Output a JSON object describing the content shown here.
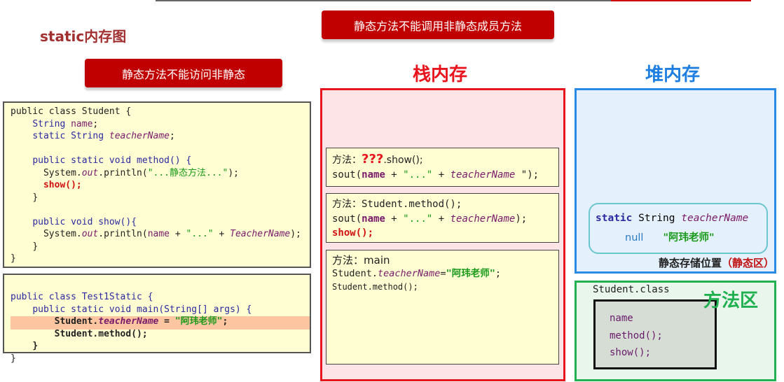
{
  "slide_title": "static内存图",
  "callouts": {
    "top": "静态方法不能调用非静态成员方法",
    "left": "静态方法不能访问非静态"
  },
  "sections": {
    "stack": "栈内存",
    "heap": "堆内存",
    "method_area": "方法区"
  },
  "colors": {
    "callout_bg": "#c00000",
    "stack": "#e8141e",
    "heap": "#2a8ae8",
    "method_area": "#22b050",
    "code_bg": "#fffdd2",
    "highlight": "#fdc6a0"
  },
  "student_code": {
    "l1": "public class Student {",
    "l2a": "String",
    "l2b": "name",
    "l2c": ";",
    "l3a": "static String",
    "l3b": "teacherName",
    "l3c": ";",
    "l4": "public static void method() {",
    "l5a": "System.",
    "l5b": "out",
    "l5c": ".println(",
    "l5d": "\"...静态方法...\"",
    "l5e": ");",
    "l6": "show();",
    "l7": "}",
    "l8": "public void show(){",
    "l9a": "System.",
    "l9b": "out",
    "l9c": ".println(",
    "l9d": "name",
    "l9e": " + ",
    "l9f": "\"...\"",
    "l9g": " + ",
    "l9h": "TeacherName",
    "l9i": ");",
    "l10": "}",
    "l11": "}"
  },
  "test_code": {
    "l1": "public class Test1Static {",
    "l2": "public static void main(String[] args) {",
    "l3a": "Student.",
    "l3b": "teacherName",
    "l3c": " = ",
    "l3d": "\"阿玮老师\"",
    "l3e": ";",
    "l4": "Student.method();",
    "l5": "}",
    "l6": "}"
  },
  "frames": [
    {
      "label": "方法：",
      "q": "???",
      "call": ".show();",
      "s1": "sout(",
      "s2": "name",
      "s3": " + ",
      "s4": "\"...\"",
      "s5": " + ",
      "s6": "teacherName",
      "s7": " \");"
    },
    {
      "label": "方法：",
      "call": "Student.method();",
      "s1": "sout(",
      "s2": "name",
      "s3": " + ",
      "s4": "\"...\"",
      "s5": " + ",
      "s6": "teacherName",
      "s7": ");",
      "extra": "show();"
    },
    {
      "label": "方法：",
      "call": "main",
      "a1": "Student.",
      "a2": "teacherName",
      "a3": "=",
      "a4": "\"阿玮老师\"",
      "a5": ";",
      "b": "Student.method();"
    }
  ],
  "heap": {
    "decl_kw": "static",
    "decl_type": " String ",
    "decl_name": "teacherName",
    "old_value": "null",
    "new_value": "\"阿玮老师\"",
    "caption": "静态存储位置",
    "caption_tag": "（静态区）"
  },
  "method_area": {
    "class_name": "Student.class",
    "members": [
      "name",
      "method();",
      "show();"
    ]
  }
}
